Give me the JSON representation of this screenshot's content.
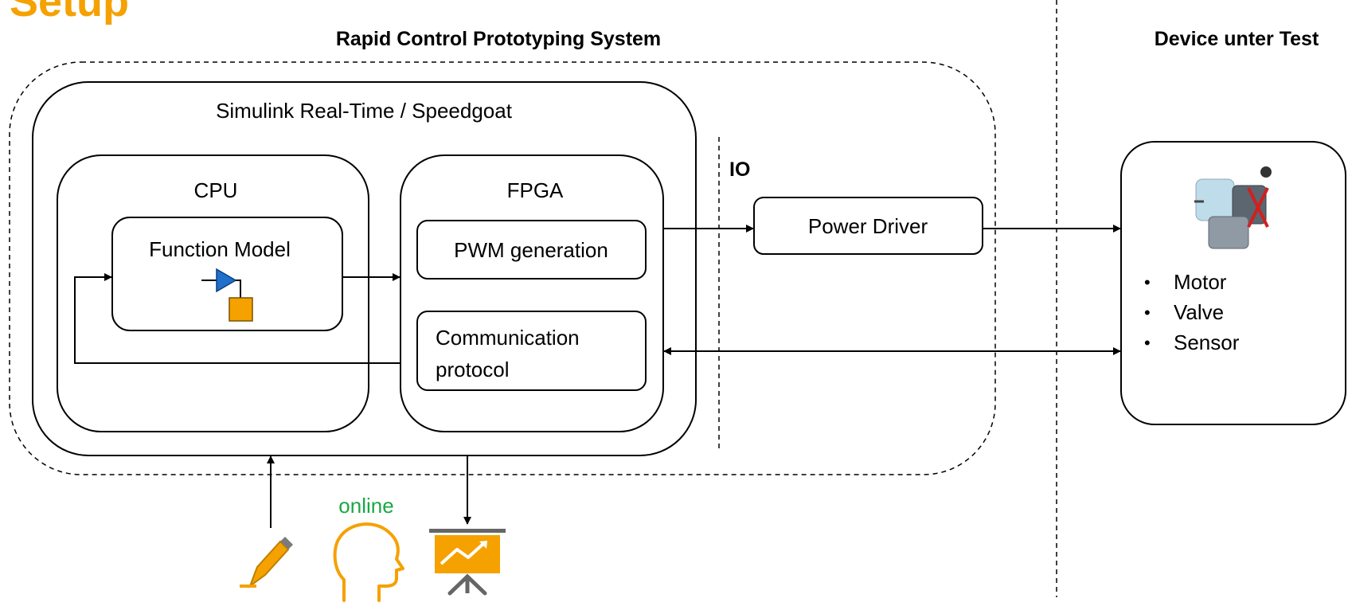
{
  "title": "Setup",
  "sections": {
    "rcp_title": "Rapid Control Prototyping System",
    "dut_title": "Device unter Test"
  },
  "blocks": {
    "simulink_label": "Simulink Real-Time / Speedgoat",
    "cpu_label": "CPU",
    "fpga_label": "FPGA",
    "function_model_label": "Function Model",
    "pwm_label": "PWM generation",
    "comm_line1": "Communication",
    "comm_line2": "protocol",
    "io_label": "IO",
    "power_driver_label": "Power Driver"
  },
  "dut": {
    "bullets": [
      "Motor",
      "Valve",
      "Sensor"
    ]
  },
  "bottom": {
    "online_label": "online"
  },
  "colors": {
    "title": "#F5A100",
    "accent": "#F5A100",
    "online": "#1AA845",
    "stroke": "#000000",
    "gain_icon": "#1F6FCC",
    "gray_icon": "#666666"
  },
  "icons": {
    "model_icon": "gain-block-icon",
    "edit_icon": "pencil-icon",
    "human_icon": "human-head-icon",
    "presentation_icon": "presentation-chart-icon",
    "device_icon": "device-image-icon"
  }
}
